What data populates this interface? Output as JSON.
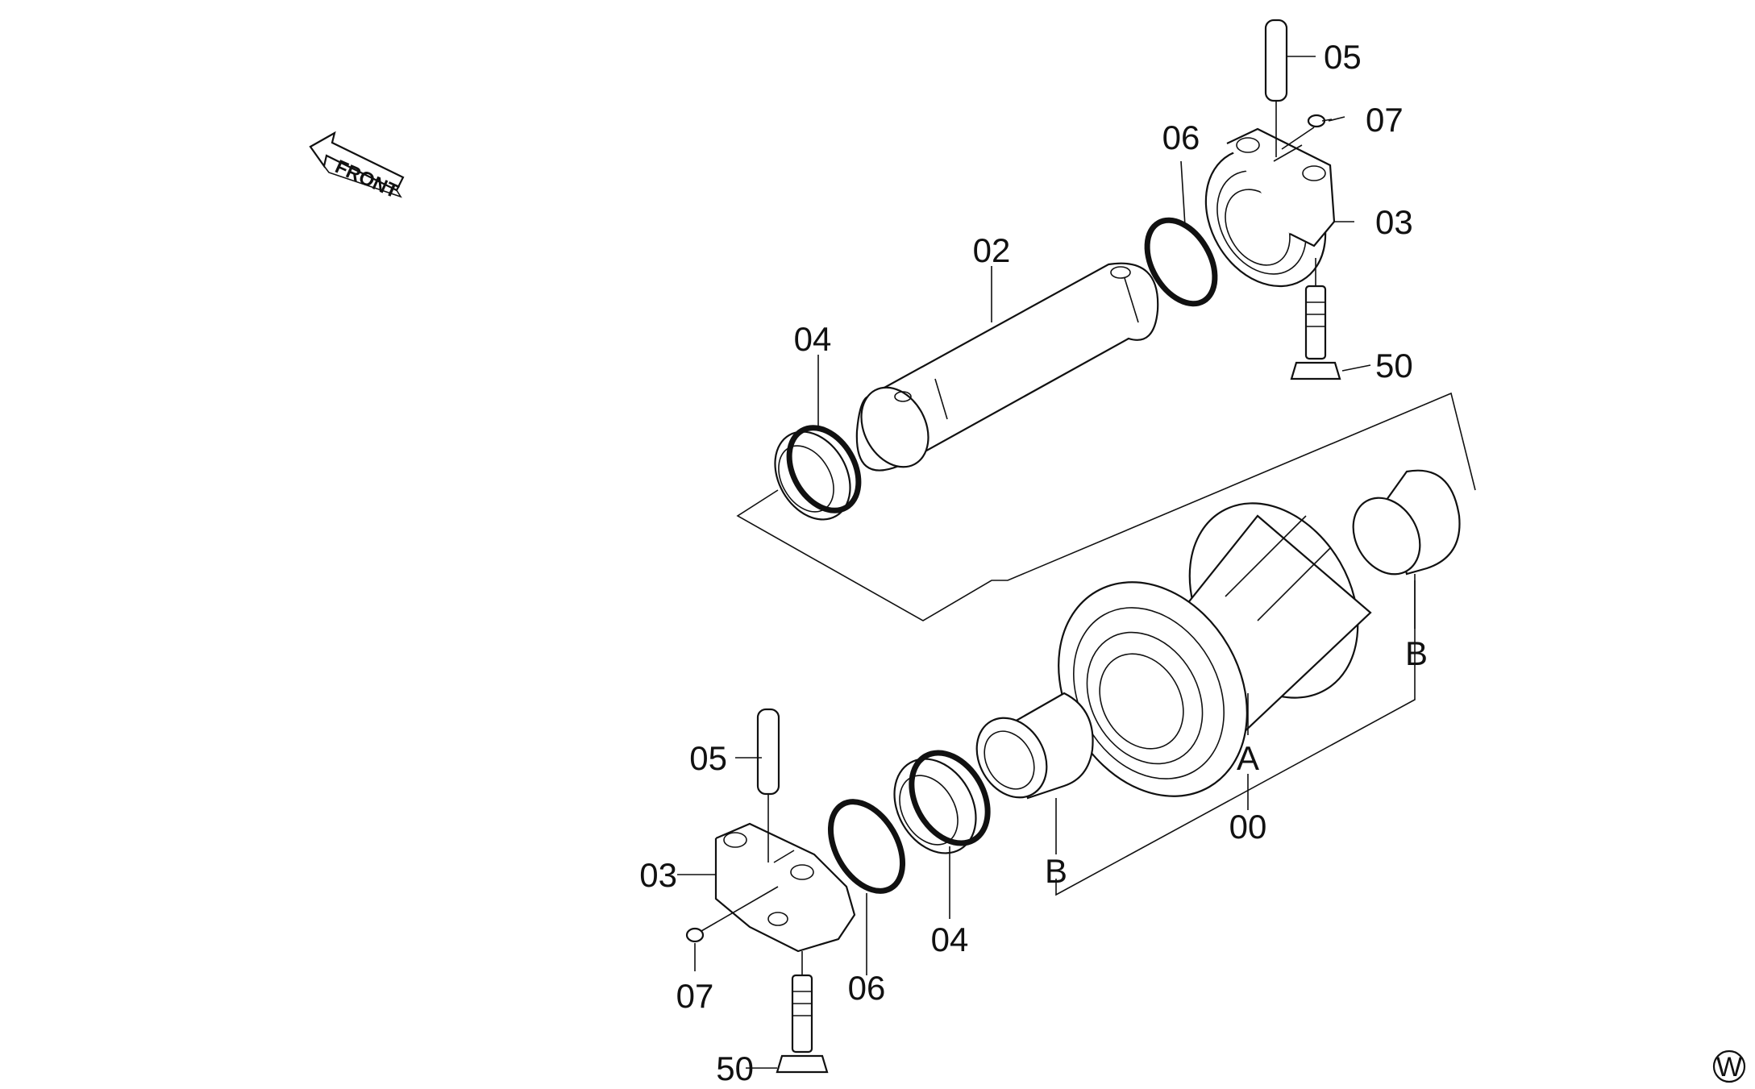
{
  "diagram": {
    "front_arrow_label": "FRONT",
    "corner_mark": "W",
    "callouts": {
      "c02": "02",
      "c03_top": "03",
      "c04_top": "04",
      "c05_top": "05",
      "c06_top": "06",
      "c07_top": "07",
      "c50_top": "50",
      "cA": "A",
      "c00": "00",
      "cB_right": "B",
      "cB_left": "B",
      "c03_bottom": "03",
      "c04_bottom": "04",
      "c05_bottom": "05",
      "c06_bottom": "06",
      "c07_bottom": "07",
      "c50_bottom": "50"
    }
  }
}
